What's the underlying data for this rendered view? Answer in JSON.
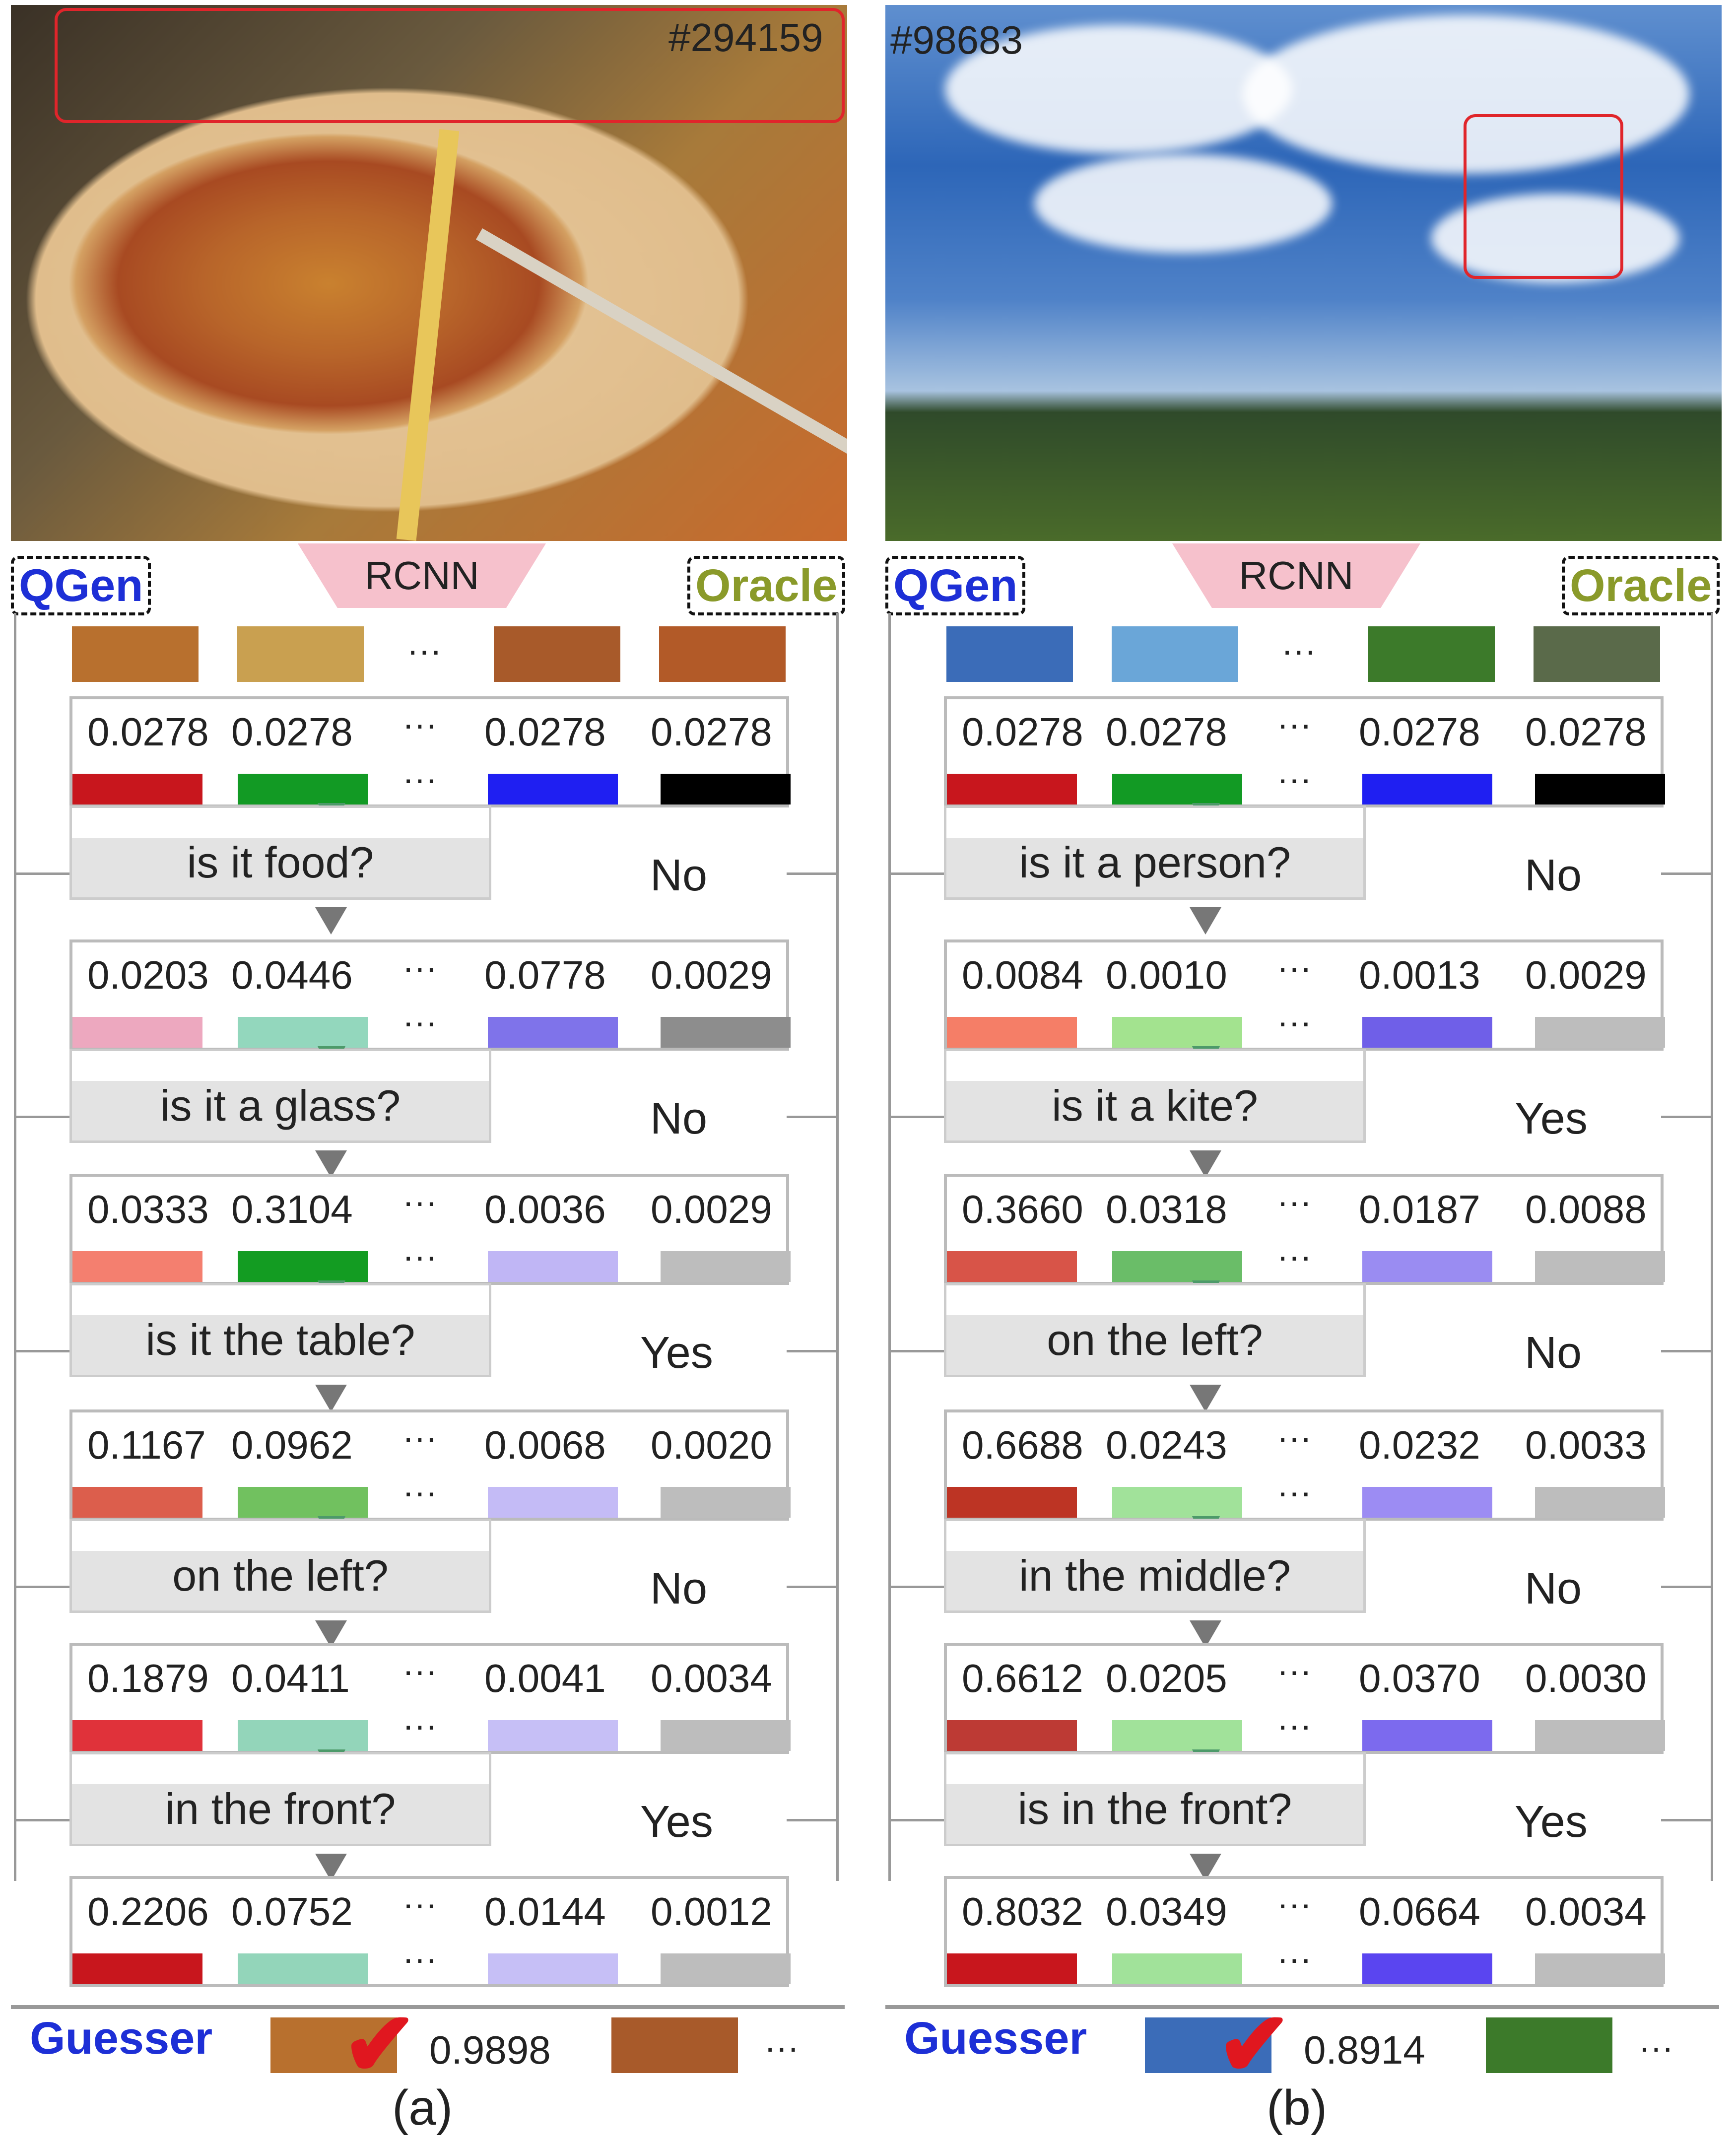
{
  "panels": [
    {
      "image_id": "#294159",
      "qgen_label": "QGen",
      "rcnn_label": "RCNN",
      "oracle_label": "Oracle",
      "steps": [
        {
          "probs": [
            "0.0278",
            "0.0278",
            "0.0278",
            "0.0278"
          ],
          "colors": [
            "#c8161d",
            "#129a24",
            "#1f1ff2",
            "#000000"
          ],
          "question": "is it food?",
          "answer": "No"
        },
        {
          "probs": [
            "0.0203",
            "0.0446",
            "0.0778",
            "0.0029"
          ],
          "colors": [
            "#eda8bf",
            "#93d7bd",
            "#7f73ea",
            "#8d8d8d"
          ],
          "question": "is it a glass?",
          "answer": "No"
        },
        {
          "probs": [
            "0.0333",
            "0.3104",
            "0.0036",
            "0.0029"
          ],
          "colors": [
            "#f47f6f",
            "#139c22",
            "#c0b6f5",
            "#bdbdbd"
          ],
          "question": "is it the table?",
          "answer": "Yes"
        },
        {
          "probs": [
            "0.1167",
            "0.0962",
            "0.0068",
            "0.0020"
          ],
          "colors": [
            "#dc5e4c",
            "#71c15f",
            "#c4bbf6",
            "#bdbdbd"
          ],
          "question": "on the left?",
          "answer": "No"
        },
        {
          "probs": [
            "0.1879",
            "0.0411",
            "0.0041",
            "0.0034"
          ],
          "colors": [
            "#e0323a",
            "#93d5ba",
            "#c6bff6",
            "#bdbdbd"
          ],
          "question": "in the front?",
          "answer": "Yes"
        },
        {
          "probs": [
            "0.2206",
            "0.0752",
            "0.0144",
            "0.0012"
          ],
          "colors": [
            "#c8161d",
            "#93d5ba",
            "#c6bff6",
            "#bdbdbd"
          ],
          "question": "",
          "answer": ""
        }
      ],
      "guesser_label": "Guesser",
      "guesser_score": "0.9898",
      "guesser_more": "···",
      "caption": "(a)"
    },
    {
      "image_id": "#98683",
      "qgen_label": "QGen",
      "rcnn_label": "RCNN",
      "oracle_label": "Oracle",
      "steps": [
        {
          "probs": [
            "0.0278",
            "0.0278",
            "0.0278",
            "0.0278"
          ],
          "colors": [
            "#c8161d",
            "#129a24",
            "#1f1ff2",
            "#000000"
          ],
          "question": "is it a person?",
          "answer": "No"
        },
        {
          "probs": [
            "0.0084",
            "0.0010",
            "0.0013",
            "0.0029"
          ],
          "colors": [
            "#f57e67",
            "#a3e38f",
            "#6f5fe8",
            "#bdbdbd"
          ],
          "question": "is it a kite?",
          "answer": "Yes"
        },
        {
          "probs": [
            "0.3660",
            "0.0318",
            "0.0187",
            "0.0088"
          ],
          "colors": [
            "#d85448",
            "#6abd68",
            "#9a8cf2",
            "#bdbdbd"
          ],
          "question": "on the left?",
          "answer": "No"
        },
        {
          "probs": [
            "0.6688",
            "0.0243",
            "0.0232",
            "0.0033"
          ],
          "colors": [
            "#bd3424",
            "#a1e29a",
            "#9c8cf3",
            "#bdbdbd"
          ],
          "question": "in the middle?",
          "answer": "No"
        },
        {
          "probs": [
            "0.6612",
            "0.0205",
            "0.0370",
            "0.0030"
          ],
          "colors": [
            "#bd3a34",
            "#a1e29a",
            "#7c6aee",
            "#bdbdbd"
          ],
          "question": "is in the front?",
          "answer": "Yes"
        },
        {
          "probs": [
            "0.8032",
            "0.0349",
            "0.0664",
            "0.0034"
          ],
          "colors": [
            "#c8161d",
            "#a1e29a",
            "#5a45f0",
            "#bdbdbd"
          ],
          "question": "",
          "answer": ""
        }
      ],
      "guesser_label": "Guesser",
      "guesser_score": "0.8914",
      "guesser_more": "···",
      "caption": "(b)"
    }
  ],
  "ellipsis": "···"
}
